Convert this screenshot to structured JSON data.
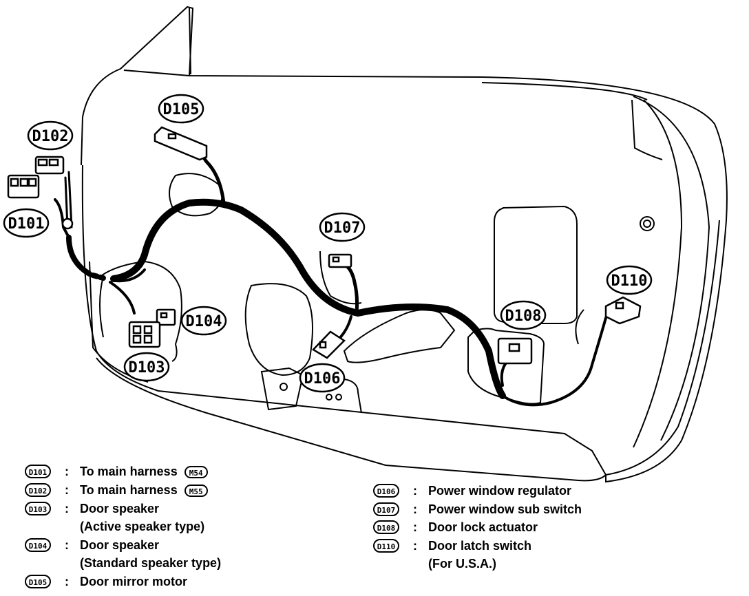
{
  "callouts": {
    "d101": "D101",
    "d102": "D102",
    "d103": "D103",
    "d104": "D104",
    "d105": "D105",
    "d106": "D106",
    "d107": "D107",
    "d108": "D108",
    "d110": "D110"
  },
  "legend_left": [
    {
      "code": "D101",
      "desc": "To main harness",
      "ref": "M54"
    },
    {
      "code": "D102",
      "desc": "To main harness",
      "ref": "M55"
    },
    {
      "code": "D103",
      "desc": "Door speaker",
      "desc2": "(Active speaker type)"
    },
    {
      "code": "D104",
      "desc": "Door speaker",
      "desc2": "(Standard speaker type)"
    },
    {
      "code": "D105",
      "desc": "Door mirror motor"
    }
  ],
  "legend_right": [
    {
      "code": "D106",
      "desc": "Power window regulator"
    },
    {
      "code": "D107",
      "desc": "Power window sub switch"
    },
    {
      "code": "D108",
      "desc": "Door lock actuator"
    },
    {
      "code": "D110",
      "desc": "Door latch switch",
      "desc2": "(For U.S.A.)"
    }
  ],
  "colon": ":"
}
